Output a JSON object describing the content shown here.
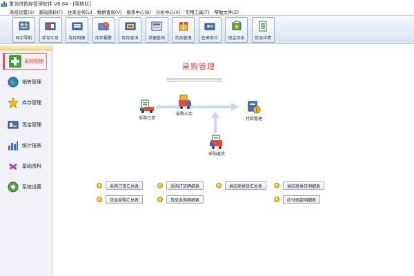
{
  "window": {
    "title": "重测进销存管理软件 V6.84 - [导航栏]"
  },
  "menu": [
    "系统设置(S)",
    "基础资料(F)",
    "往来业务(U)",
    "数据查询(V)",
    "报表中心(B)",
    "分析中心(X)",
    "实用工具(T)",
    "帮助文件(Z)"
  ],
  "toolbar": [
    {
      "label": "显示导航",
      "icon": "navigation-icon"
    },
    {
      "label": "库存汇总",
      "icon": "inventory-summary-icon"
    },
    {
      "label": "库存明细",
      "icon": "inventory-detail-icon"
    },
    {
      "label": "库存报警",
      "icon": "inventory-alarm-icon"
    },
    {
      "label": "库存查询",
      "icon": "inventory-query-icon"
    },
    {
      "label": "单据查询",
      "icon": "document-query-icon"
    },
    {
      "label": "货品管理",
      "icon": "goods-management-icon"
    },
    {
      "label": "往来单位",
      "icon": "contacts-icon"
    },
    {
      "label": "现金流水",
      "icon": "cash-flow-icon"
    },
    {
      "label": "货品详情",
      "icon": "goods-detail-icon"
    }
  ],
  "sidebar": [
    {
      "label": "采购管理",
      "icon": "plus-icon",
      "active": true
    },
    {
      "label": "销售管理",
      "icon": "globe-icon",
      "active": false
    },
    {
      "label": "库存管理",
      "icon": "star-icon",
      "active": false
    },
    {
      "label": "现金管理",
      "icon": "cash-icon",
      "active": false
    },
    {
      "label": "统计报表",
      "icon": "bar-chart-icon",
      "active": false
    },
    {
      "label": "基础资料",
      "icon": "tools-icon",
      "active": false
    },
    {
      "label": "系统设置",
      "icon": "settings-icon",
      "active": false
    }
  ],
  "main": {
    "title": "采购管理",
    "flow": {
      "order": "采购订单",
      "stock_in": "采购入库",
      "payment": "付款管理",
      "return": "采购退货"
    },
    "reports_row1": [
      "采购订货汇总表",
      "采购订货明细表",
      "供应商供货汇总表",
      "供应商供货明细表"
    ],
    "reports_row2": [
      "货品采购汇总表",
      "货品采购明细表",
      "应付账款明细表"
    ]
  },
  "colors": {
    "title_red": "#e03a2a",
    "active_tab_border": "#e64a68",
    "bullet_gold": "#e0a300",
    "arrow_blue": "#c8d8ee"
  }
}
